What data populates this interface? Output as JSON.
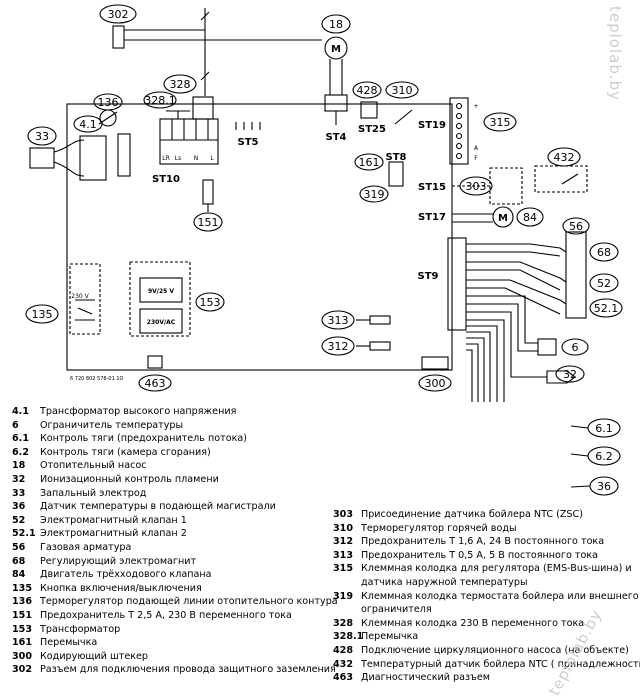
{
  "labels": {
    "c302": "302",
    "c18": "18",
    "c328": "328",
    "c3281": "328.1",
    "c428": "428",
    "c310": "310",
    "c136": "136",
    "c41": "4.1",
    "c33": "33",
    "c315": "315",
    "c161": "161",
    "c319": "319",
    "c303": "303",
    "c432": "432",
    "c84": "84",
    "c56": "56",
    "c68": "68",
    "c52": "52",
    "c521": "52.1",
    "c153": "153",
    "c135": "135",
    "c313": "313",
    "c312": "312",
    "c6": "6",
    "c32": "32",
    "c463": "463",
    "c300": "300",
    "c151": "151",
    "c61": "6.1",
    "c62": "6.2",
    "c36": "36",
    "st5": "ST5",
    "st4": "ST4",
    "st25": "ST25",
    "st19": "ST19",
    "st8": "ST8",
    "st10": "ST10",
    "st15": "ST15",
    "st17": "ST17",
    "st9": "ST9",
    "motor": "M",
    "v925": "9V/25 V",
    "v230ac": "230V/AC",
    "v230": "230 V",
    "lr": "LR",
    "ls": "Ls",
    "n": "N",
    "l": "L",
    "plus": "+",
    "a": "A",
    "f": "F",
    "partno": "6 720 802 578-01.1O"
  },
  "legend_left": [
    {
      "num": "4.1",
      "text": "Трансформатор высокого напряжения"
    },
    {
      "num": "6",
      "text": "Ограничитель температуры"
    },
    {
      "num": "6.1",
      "text": "Контроль тяги (предохранитель потока)"
    },
    {
      "num": "6.2",
      "text": "Контроль тяги (камера сгорания)"
    },
    {
      "num": "18",
      "text": "Отопительный насос"
    },
    {
      "num": "32",
      "text": "Ионизационный контроль пламени"
    },
    {
      "num": "33",
      "text": "Запальный электрод"
    },
    {
      "num": "36",
      "text": "Датчик температуры в подающей магистрали"
    },
    {
      "num": "52",
      "text": "Электромагнитный клапан 1"
    },
    {
      "num": "52.1",
      "text": "Электромагнитный клапан 2"
    },
    {
      "num": "56",
      "text": "Газовая арматура"
    },
    {
      "num": "68",
      "text": "Регулирующий электромагнит"
    },
    {
      "num": "84",
      "text": "Двигатель трёхходового клапана"
    },
    {
      "num": "135",
      "text": "Кнопка включения/выключения"
    },
    {
      "num": "136",
      "text": "Терморегулятор подающей линии отопительного контура"
    },
    {
      "num": "151",
      "text": "Предохранитель T 2,5 A, 230 В переменного тока"
    },
    {
      "num": "153",
      "text": "Трансформатор"
    },
    {
      "num": "161",
      "text": "Перемычка"
    },
    {
      "num": "300",
      "text": "Кодирующий штекер"
    },
    {
      "num": "302",
      "text": "Разъем для подключения провода защитного заземления"
    }
  ],
  "legend_right": [
    {
      "num": "303",
      "text": "Присоединение датчика бойлера NTC (ZSC)"
    },
    {
      "num": "310",
      "text": "Терморегулятор горячей воды"
    },
    {
      "num": "312",
      "text": "Предохранитель T 1,6 A, 24 В постоянного тока"
    },
    {
      "num": "313",
      "text": "Предохранитель T 0,5 A, 5 В постоянного тока"
    },
    {
      "num": "315",
      "text": "Клеммная колодка для регулятора (EMS-Bus-шина) и"
    },
    {
      "num": "",
      "text": "датчика наружной температуры"
    },
    {
      "num": "319",
      "text": "Клеммная колодка термостата бойлера или внешнего"
    },
    {
      "num": "",
      "text": "ограничителя"
    },
    {
      "num": "328",
      "text": "Клеммная колодка 230 В переменного тока"
    },
    {
      "num": "328.1",
      "text": "Перемычка"
    },
    {
      "num": "428",
      "text": "Подключение циркуляционного насоса (на объекте)"
    },
    {
      "num": "432",
      "text": "Температурный датчик бойлера NTC ( принадлежности)"
    },
    {
      "num": "463",
      "text": "Диагностический разъем"
    }
  ],
  "watermark": {
    "w1": "teplolab.by",
    "w2": "teplolab.by"
  }
}
